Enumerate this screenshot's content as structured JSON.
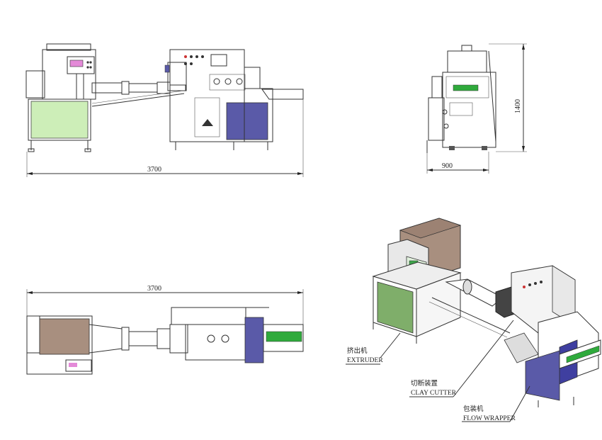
{
  "dimensions": {
    "front_length": "3700",
    "side_width": "900",
    "side_height": "1400",
    "top_length": "3700"
  },
  "labels": {
    "extruder_cn": "挤出机",
    "extruder_en": "EXTRUDER",
    "cutter_cn": "切断装置",
    "cutter_en": "CLAY CUTTER",
    "wrapper_cn": "包装机",
    "wrapper_en": "FLOW WRAPPER"
  },
  "colors": {
    "green_panel": "#cdeeb8",
    "green_iso": "#7fae6a",
    "blue_panel": "#5a5aa8",
    "tan_hopper": "#a88f7f",
    "belt_green": "#2faa3c"
  }
}
